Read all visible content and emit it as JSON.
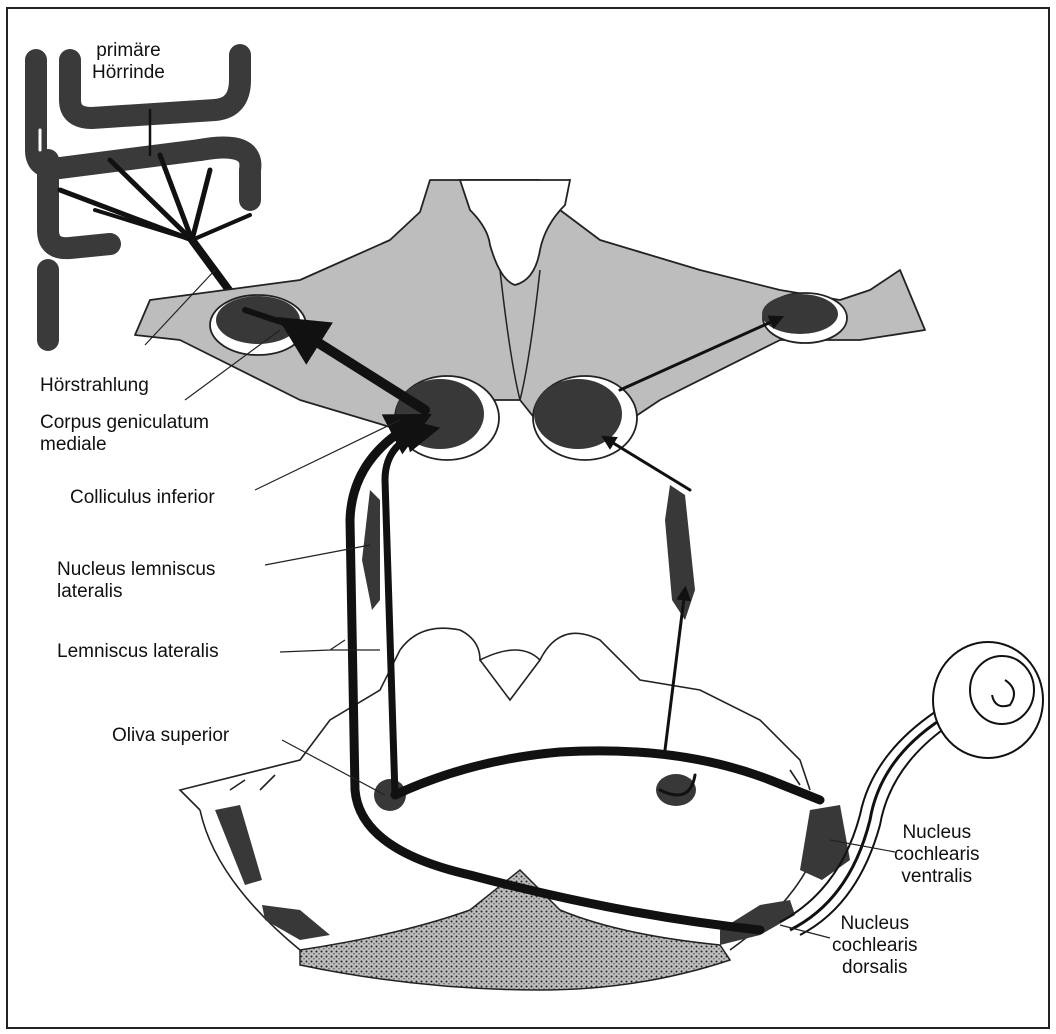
{
  "labels": {
    "cortex": [
      "primäre",
      "Hörrinde"
    ],
    "radiation": "Hörstrahlung",
    "mgb": [
      "Corpus geniculatum",
      "mediale"
    ],
    "colliculus": "Colliculus inferior",
    "nll": [
      "Nucleus lemniscus",
      "lateralis"
    ],
    "ll": "Lemniscus lateralis",
    "oliva": "Oliva superior",
    "cvn": [
      "Nucleus",
      "cochlearis",
      "ventralis"
    ],
    "cdn": [
      "Nucleus",
      "cochlearis",
      "dorsalis"
    ]
  },
  "colors": {
    "shade": "#bdbdbd",
    "nucleus": "#383838",
    "ink": "#111111"
  }
}
